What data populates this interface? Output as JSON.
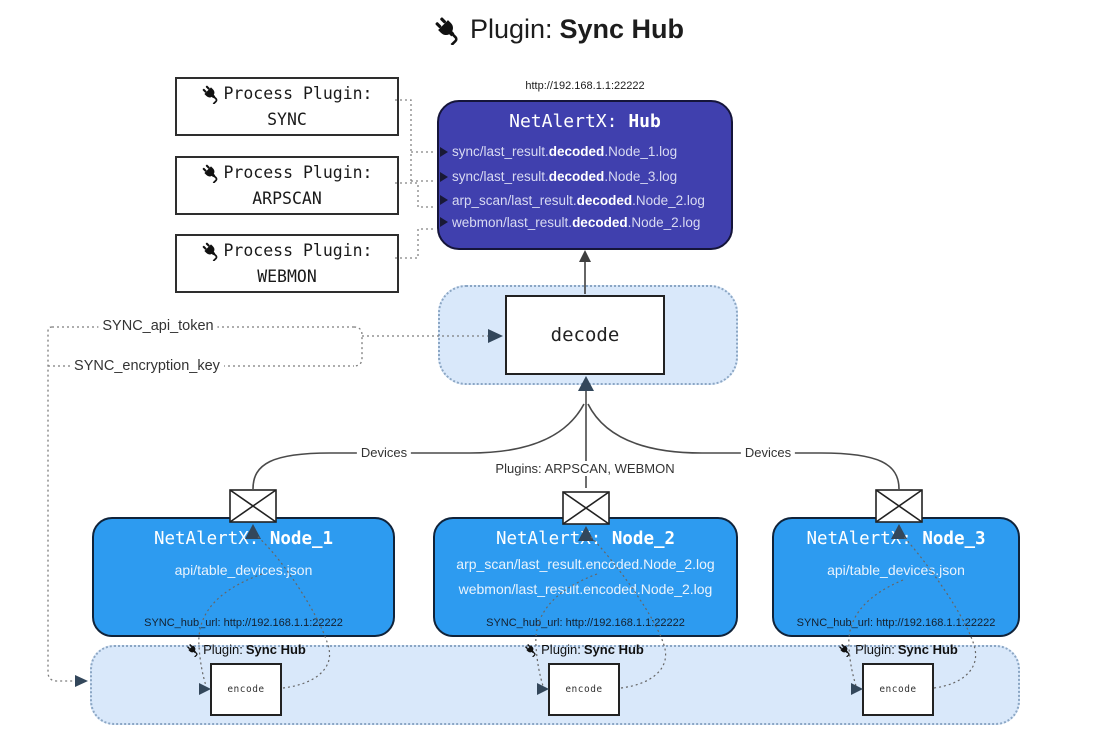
{
  "title": {
    "prefix": "Plugin:",
    "bold": "Sync Hub"
  },
  "process_plugins": {
    "heading": "Process Plugin:",
    "items": [
      {
        "name": "SYNC"
      },
      {
        "name": "ARPSCAN"
      },
      {
        "name": "WEBMON"
      }
    ]
  },
  "hub": {
    "url": "http://192.168.1.1:22222",
    "title_prefix": "NetAlertX: ",
    "title_bold": "Hub",
    "logs": [
      {
        "pre": "sync/last_result.",
        "bold": "decoded",
        "post": ".Node_1.log"
      },
      {
        "pre": "sync/last_result.",
        "bold": "decoded",
        "post": ".Node_3.log"
      },
      {
        "pre": "arp_scan/last_result.",
        "bold": "decoded",
        "post": ".Node_2.log"
      },
      {
        "pre": "webmon/last_result.",
        "bold": "decoded",
        "post": ".Node_2.log"
      }
    ]
  },
  "decode": {
    "label": "decode"
  },
  "secrets": {
    "api_token": "SYNC_api_token",
    "encryption_key": "SYNC_encryption_key"
  },
  "edges": {
    "devices_left": "Devices",
    "plugins_mid": "Plugins: ARPSCAN, WEBMON",
    "devices_right": "Devices"
  },
  "nodes": [
    {
      "title_prefix": "NetAlertX: ",
      "title_bold": "Node_1",
      "lines": [
        "api/table_devices.json"
      ],
      "hub_url": "SYNC_hub_url: http://192.168.1.1:22222"
    },
    {
      "title_prefix": "NetAlertX: ",
      "title_bold": "Node_2",
      "lines": [
        "arp_scan/last_result.encoded.Node_2.log",
        "webmon/last_result.encoded.Node_2.log"
      ],
      "hub_url": "SYNC_hub_url: http://192.168.1.1:22222"
    },
    {
      "title_prefix": "NetAlertX: ",
      "title_bold": "Node_3",
      "lines": [
        "api/table_devices.json"
      ],
      "hub_url": "SYNC_hub_url: http://192.168.1.1:22222"
    }
  ],
  "encode": {
    "label_prefix": "Plugin:",
    "label_bold": "Sync Hub",
    "box": "encode"
  },
  "colors": {
    "hub_bg": "#4040ae",
    "node_bg": "#2d9bf0",
    "panel_bg": "#d9e8fa",
    "panel_border": "#8ba6c4",
    "arrow": "#33475b",
    "line": "#4a4a4a"
  }
}
